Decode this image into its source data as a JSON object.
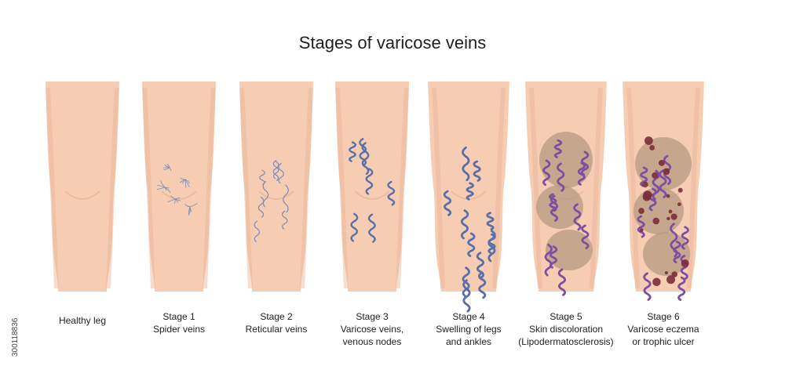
{
  "title": "Stages of varicose veins",
  "stock_id": "300118836",
  "colors": {
    "skin": "#F6CDB2",
    "skin_shade": "#E9B497",
    "vein_light": "#7C8BB8",
    "vein_varicose": "#5A6FA8",
    "vein_dark": "#7E4EA0",
    "discoloration": "#B59A82",
    "ulcer": "#7A2E3A"
  },
  "stages": [
    {
      "line1": "Healthy leg",
      "line2": "",
      "severity": 0
    },
    {
      "line1": "Stage 1",
      "line2": "Spider veins",
      "severity": 1
    },
    {
      "line1": "Stage 2",
      "line2": "Reticular veins",
      "severity": 2
    },
    {
      "line1": "Stage 3",
      "line2": "Varicose veins,",
      "line3": "venous nodes",
      "severity": 3
    },
    {
      "line1": "Stage 4",
      "line2": "Swelling of legs",
      "line3": "and ankles",
      "severity": 4
    },
    {
      "line1": "Stage 5",
      "line2": "Skin discoloration",
      "line3": "(Lipodermatosclerosis)",
      "severity": 5
    },
    {
      "line1": "Stage 6",
      "line2": "Varicose eczema",
      "line3": "or trophic ulcer",
      "severity": 6
    }
  ]
}
